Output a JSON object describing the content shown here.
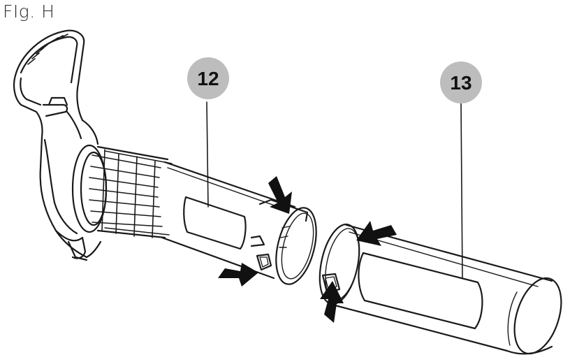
{
  "figure": {
    "title": "FIg. H"
  },
  "callouts": [
    {
      "id": "12",
      "label": "12"
    },
    {
      "id": "13",
      "label": "13"
    }
  ],
  "colors": {
    "line": "#1a1a1a",
    "callout_fill": "#bdbdbd",
    "arrow": "#111111",
    "background": "#ffffff"
  }
}
